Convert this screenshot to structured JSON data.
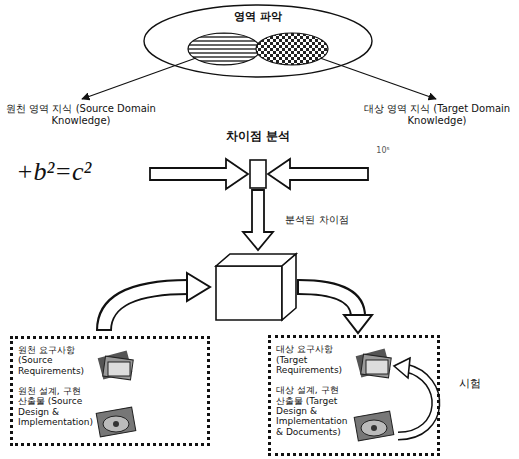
{
  "diagram": {
    "nodes": [
      {
        "text": [
          "영역 파악"
        ]
      },
      {
        "text": [
          "차이점 분석"
        ]
      },
      {
        "text": [
          "원천 요구사항 (Source Requirements)",
          "원천 설계, 구현 산출물 (Source Design & Implementation)"
        ]
      },
      {
        "text": [
          "대상 요구사항 (Target Requirements)",
          "대상 설계, 구현 산출물 (Target Design & Implementation & Documents)"
        ]
      }
    ],
    "labels": [
      "원천 영역 지식 (Source Domain Knowledge)",
      "대상 영역 지식 (Target Domain Knowledge)",
      "+b²=c²",
      "10⁵",
      "분석된 차이점",
      "시험"
    ]
  }
}
